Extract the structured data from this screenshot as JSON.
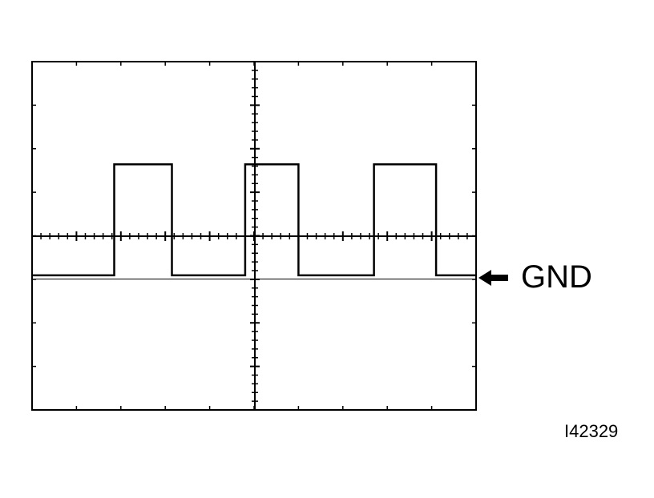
{
  "gnd_marker": {
    "label": "GND",
    "icon": "left-arrow-icon"
  },
  "figure_id": "I42329",
  "colors": {
    "ink": "#000000",
    "background": "#ffffff"
  },
  "chart_data": {
    "type": "line",
    "grid": false,
    "axis_divisions": {
      "horizontal": 10,
      "vertical": 8
    },
    "ticks_per_division": 5,
    "ylim": [
      -4,
      4
    ],
    "xlim": [
      0,
      10
    ],
    "ground_level": -1,
    "high_level": 1.65,
    "series": [
      {
        "style": "square-wave",
        "x": [
          0,
          1.85,
          1.85,
          3.15,
          3.15,
          4.8,
          4.8,
          6,
          6,
          7.7,
          7.7,
          9.1,
          9.1,
          10
        ],
        "y": [
          -0.9,
          -0.9,
          1.65,
          1.65,
          -0.9,
          -0.9,
          1.65,
          1.65,
          -0.9,
          -0.9,
          1.65,
          1.65,
          -0.9,
          -0.9
        ]
      }
    ]
  }
}
